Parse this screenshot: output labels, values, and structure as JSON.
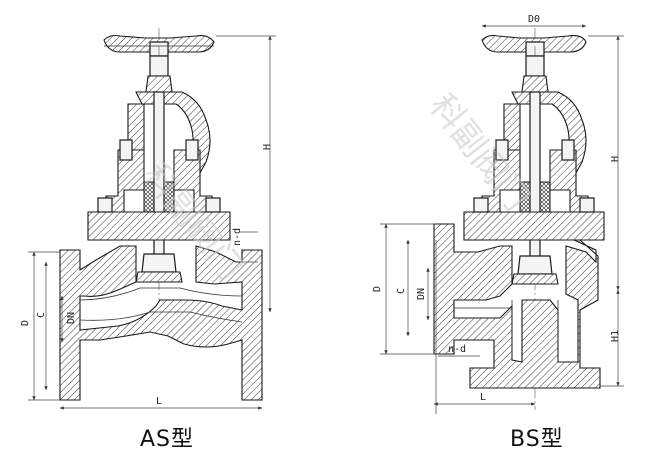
{
  "captions": {
    "left": "AS型",
    "right": "BS型"
  },
  "watermark": "科副阀门",
  "dims_left": {
    "D": "D",
    "C": "C",
    "DN": "DN",
    "L": "L",
    "H": "H",
    "nd": "n-d"
  },
  "dims_right": {
    "D0": "D0",
    "D": "D",
    "C": "C",
    "DN": "DN",
    "L": "L",
    "H": "H",
    "H1": "H1",
    "nd": "n-d"
  }
}
